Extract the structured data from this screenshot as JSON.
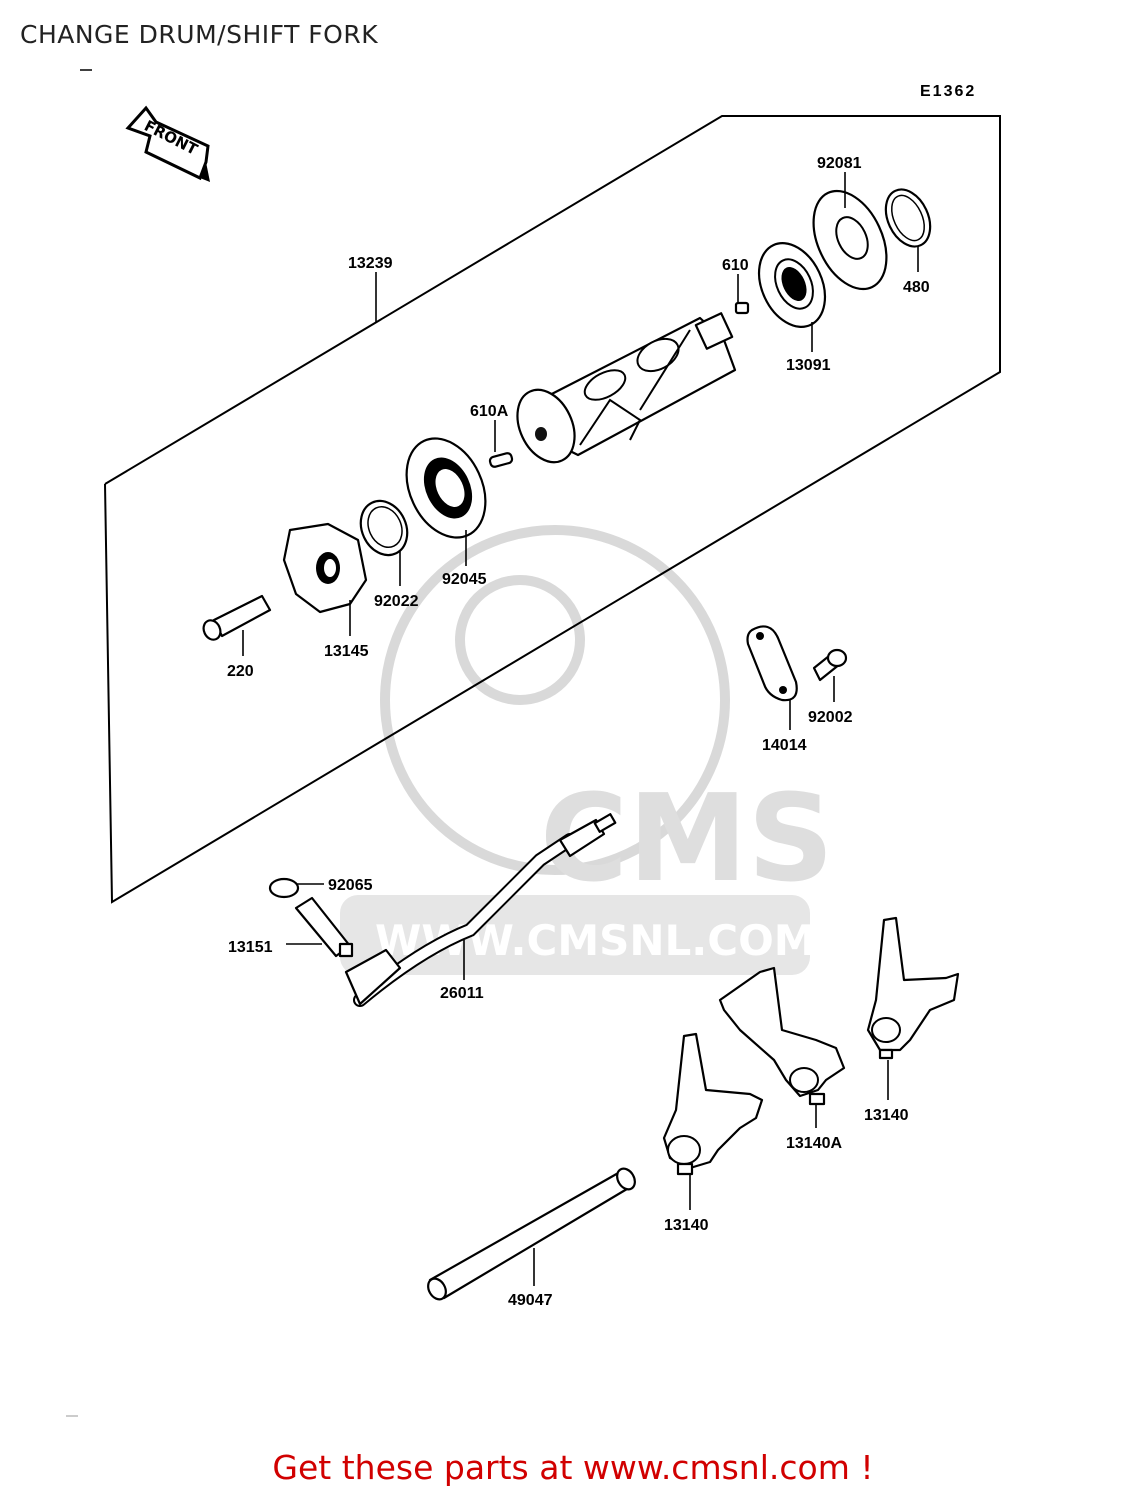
{
  "header": {
    "title": "CHANGE DRUM/SHIFT FORK"
  },
  "diagram": {
    "code": "E1362",
    "front_label": "FRONT",
    "watermark_brand": "CMS",
    "watermark_url": "WWW.CMSNL.COM",
    "callouts": {
      "c13239": "13239",
      "c92081": "92081",
      "c610": "610",
      "c480": "480",
      "c13091": "13091",
      "c610A": "610A",
      "c92022": "92022",
      "c92045": "92045",
      "c13145": "13145",
      "c220": "220",
      "c92002": "92002",
      "c14014": "14014",
      "c92065": "92065",
      "c13151": "13151",
      "c26011": "26011",
      "c13140a": "13140",
      "c13140A": "13140A",
      "c13140b": "13140",
      "c49047": "49047"
    }
  },
  "footer": {
    "cta": "Get these parts at www.cmsnl.com !",
    "cta_color": "#d10000"
  }
}
